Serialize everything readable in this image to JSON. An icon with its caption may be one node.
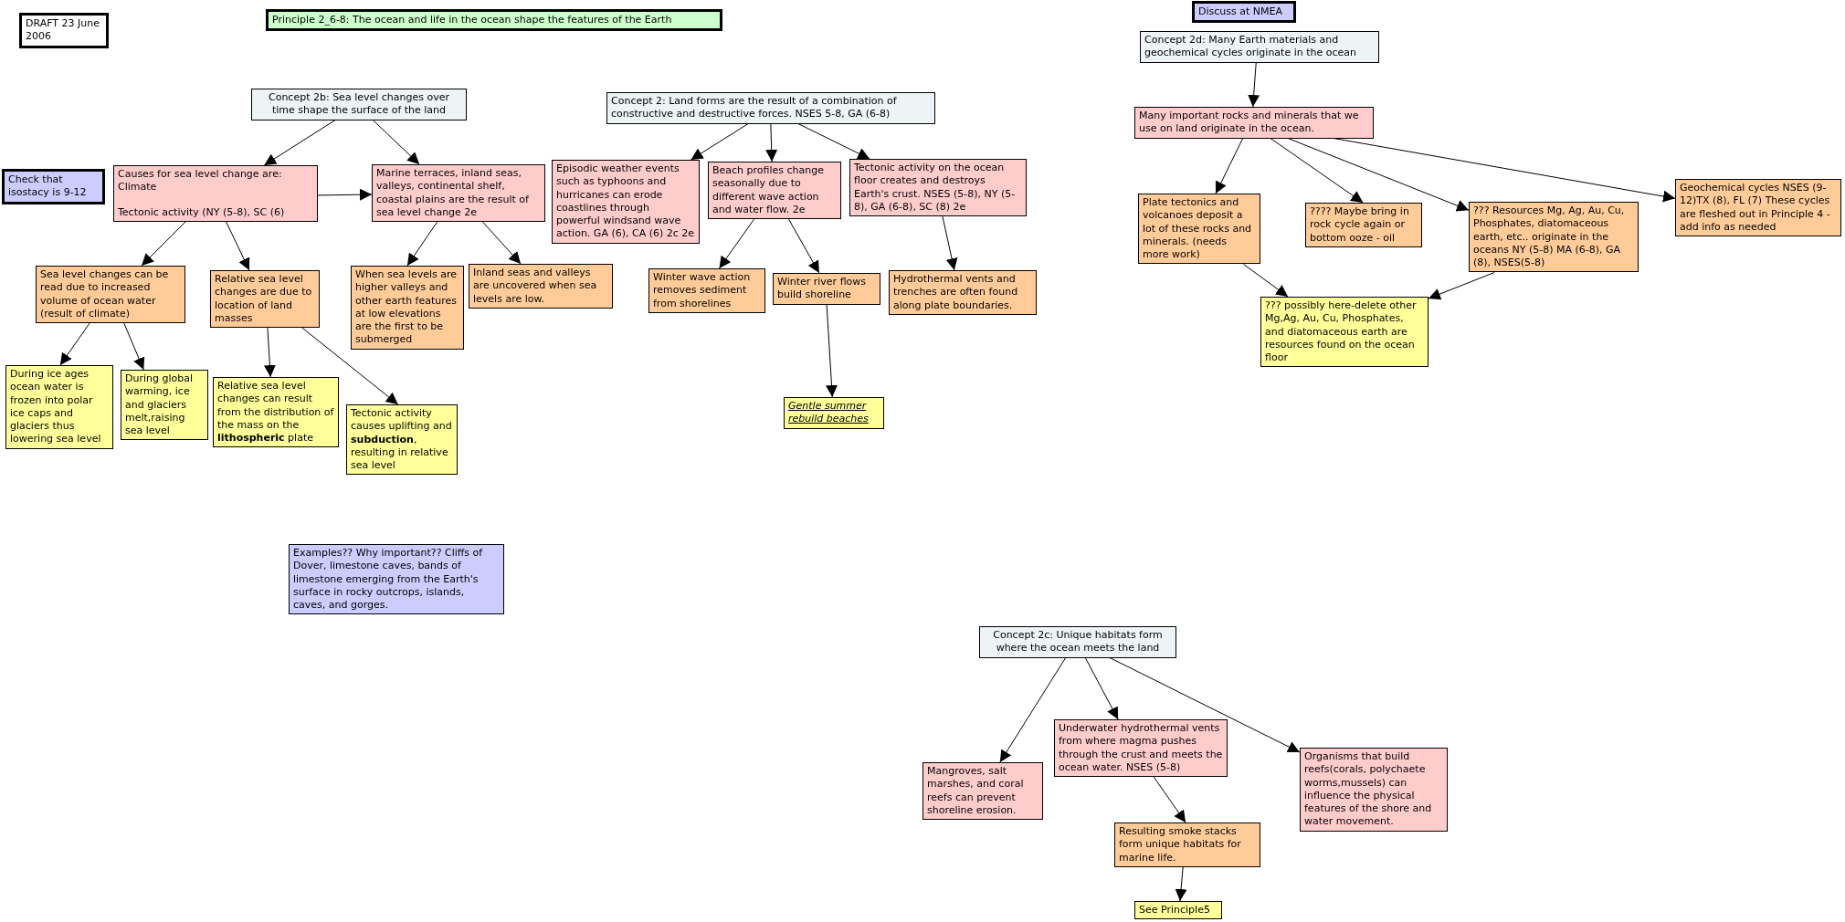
{
  "diagram": {
    "nodes": [
      {
        "text": [
          "DRAFT 23 June 2006"
        ]
      },
      {
        "text": [
          "Principle 2_6-8: The ocean and life in the ocean shape the features of the Earth"
        ]
      },
      {
        "text": [
          "Discuss at NMEA"
        ]
      },
      {
        "text": [
          "Concept 2d: Many Earth materials and geochemical cycles originate in the ocean"
        ]
      },
      {
        "text": [
          "Concept 2b: Sea level changes over time shape the surface of the land"
        ]
      },
      {
        "text": [
          "Concept 2: Land forms are the result of a combination of constructive and destructive forces. NSES 5-8, GA (6-8)"
        ]
      },
      {
        "text": [
          "Many important rocks and minerals that we use on land originate in the ocean."
        ]
      },
      {
        "text": [
          "Check that isostacy is 9-12"
        ]
      },
      {
        "text": [
          "Causes for sea level change are: Climate",
          "Tectonic activity (NY (5-8), SC (6)"
        ]
      },
      {
        "text": [
          "Marine terraces, inland seas, valleys, continental shelf, coastal plains are the result of sea level change 2e"
        ]
      },
      {
        "text": [
          "Episodic weather events such as typhoons and hurricanes can erode coastlines through powerful windsand wave action. GA (6), CA (6) 2c 2e"
        ]
      },
      {
        "text": [
          "Beach profiles change seasonally due to different wave action and water flow. 2e"
        ]
      },
      {
        "text": [
          "Tectonic activity on the ocean floor creates and destroys Earth's crust. NSES (5-8), NY (5-8), GA (6-8), SC (8) 2e"
        ]
      },
      {
        "text": [
          "Geochemical cycles NSES (9-12)TX (8), FL (7) These cycles are fleshed out in Principle 4 - add info as needed"
        ]
      },
      {
        "text": [
          "Plate tectonics and volcanoes deposit a lot of these rocks and minerals. (needs more work)"
        ]
      },
      {
        "text": [
          "???? Maybe bring in rock cycle again or bottom ooze - oil"
        ]
      },
      {
        "text": [
          "??? Resources Mg, Ag, Au, Cu, Phosphates, diatomaceous earth, etc.. originate in the oceans NY (5-8) MA (6-8), GA (8), NSES(5-8)"
        ]
      },
      {
        "text": [
          "Sea level changes can be read due to increased volume of ocean water (result of climate)"
        ]
      },
      {
        "text": [
          "Relative sea level changes are due to location of land masses"
        ]
      },
      {
        "text": [
          "When sea levels are higher valleys and other earth features at low elevations are the first to be submerged"
        ]
      },
      {
        "text": [
          "Inland seas and valleys are uncovered when sea levels are low."
        ]
      },
      {
        "text": [
          "Winter wave action removes sediment from shorelines"
        ]
      },
      {
        "text": [
          "Winter river flows build shoreline"
        ]
      },
      {
        "text": [
          "Hydrothermal vents and trenches are often found along plate boundaries."
        ]
      },
      {
        "text": [
          "??? possibly here-delete other Mg,Ag, Au, Cu, Phosphates, and diatomaceous earth are resources found on the ocean floor"
        ]
      },
      {
        "text": [
          "During ice ages ocean water is frozen into polar ice caps and glaciers thus lowering sea level"
        ]
      },
      {
        "text": [
          "During global warming, ice and glaciers melt,raising sea level"
        ]
      },
      {
        "text": [
          "Relative sea level changes can result from the distribution of the mass on the **lithospheric** plate"
        ]
      },
      {
        "text": [
          "Tectonic activity causes uplifting and **subduction**, resulting in relative sea level"
        ]
      },
      {
        "text": [
          "Gentle summer rebuild beaches"
        ]
      },
      {
        "text": [
          "Examples?? Why important?? Cliffs of Dover, limestone caves, bands of limestone emerging from the Earth's surface in rocky outcrops, islands, caves, and gorges."
        ]
      },
      {
        "text": [
          "Concept 2c: Unique habitats form where the ocean meets the land"
        ]
      },
      {
        "text": [
          "Underwater hydrothermal vents from where magma pushes through the crust and meets the ocean water. NSES (5-8)"
        ]
      },
      {
        "text": [
          "Organisms that build reefs(corals, polychaete worms,mussels) can influence the physical features of the shore and water movement."
        ]
      },
      {
        "text": [
          "Mangroves, salt marshes, and coral reefs can prevent shoreline erosion."
        ]
      },
      {
        "text": [
          "Resulting smoke stacks form unique habitats for marine life."
        ]
      },
      {
        "text": [
          "See Principle5"
        ]
      }
    ],
    "edges": [
      {
        "from": 4,
        "to": 8,
        "arrow": "to"
      },
      {
        "from": 4,
        "to": 9,
        "arrow": "to"
      },
      {
        "from": 8,
        "to": 9,
        "arrow": "to"
      },
      {
        "from": 8,
        "to": 17,
        "arrow": "to"
      },
      {
        "from": 8,
        "to": 18,
        "arrow": "to"
      },
      {
        "from": 9,
        "to": 19,
        "arrow": "to"
      },
      {
        "from": 9,
        "to": 20,
        "arrow": "to"
      },
      {
        "from": 17,
        "to": 25,
        "arrow": "to"
      },
      {
        "from": 17,
        "to": 26,
        "arrow": "to"
      },
      {
        "from": 18,
        "to": 27,
        "arrow": "to"
      },
      {
        "from": 18,
        "to": 28,
        "arrow": "to"
      },
      {
        "from": 5,
        "to": 10,
        "arrow": "to"
      },
      {
        "from": 5,
        "to": 11,
        "arrow": "to"
      },
      {
        "from": 5,
        "to": 12,
        "arrow": "to"
      },
      {
        "from": 11,
        "to": 21,
        "arrow": "to"
      },
      {
        "from": 11,
        "to": 22,
        "arrow": "to"
      },
      {
        "from": 22,
        "to": 29,
        "arrow": "to"
      },
      {
        "from": 12,
        "to": 23,
        "arrow": "to"
      },
      {
        "from": 3,
        "to": 6,
        "arrow": "to"
      },
      {
        "from": 6,
        "to": 14,
        "arrow": "to"
      },
      {
        "from": 6,
        "to": 15,
        "arrow": "to"
      },
      {
        "from": 6,
        "to": 16,
        "arrow": "to"
      },
      {
        "from": 6,
        "to": 13,
        "arrow": "to"
      },
      {
        "from": 14,
        "to": 24,
        "arrow": "to"
      },
      {
        "from": 16,
        "to": 24,
        "arrow": "to"
      },
      {
        "from": 31,
        "to": 34,
        "arrow": "to"
      },
      {
        "from": 31,
        "to": 32,
        "arrow": "to"
      },
      {
        "from": 31,
        "to": 33,
        "arrow": "to"
      },
      {
        "from": 32,
        "to": 35,
        "arrow": "to"
      },
      {
        "from": 35,
        "to": 36,
        "arrow": "to"
      }
    ]
  }
}
